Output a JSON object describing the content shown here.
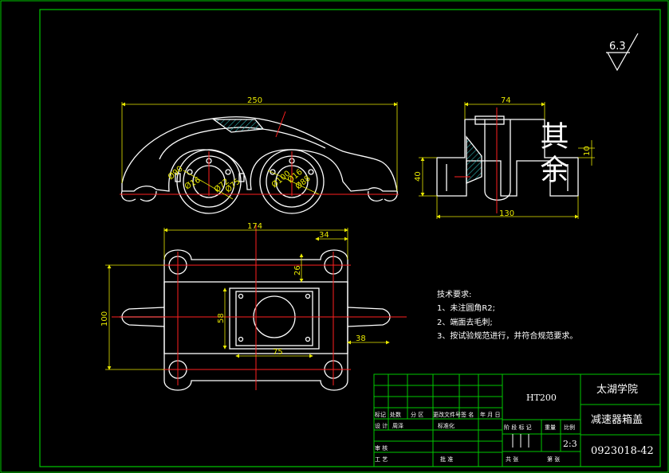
{
  "colors": {
    "background": "#000000",
    "frame": "#00c800",
    "outline": "#ffffff",
    "centerline": "#ff2020",
    "dimension": "#e8e800",
    "hatch": "#2ab3b3",
    "title_block": "#00c800"
  },
  "surface_finish": {
    "label": "其余",
    "value": "6.3"
  },
  "dimensions": {
    "front_length": "250",
    "side_width": "74",
    "side_height": "40",
    "side_flange": "10",
    "side_length": "130",
    "top_length": "174",
    "top_offset": "34",
    "top_half": "26",
    "top_width": "100",
    "top_center_58": "58",
    "top_center_75": "75",
    "top_lug": "38",
    "bore_1": "Ø90",
    "bore_2": "Ø16",
    "bore_3": "Ø72",
    "bore_4": "Ø75",
    "bore_5": "Ø100",
    "bore_6": "Ø16",
    "bore_7": "Ø88"
  },
  "technical_requirements": {
    "heading": "技术要求:",
    "items": [
      "1、未注圆角R2;",
      "2、端面去毛刺;",
      "3、按试验规范进行，并符合规范要求。"
    ]
  },
  "title_block": {
    "material": "HT200",
    "school": "太湖学院",
    "part_name": "减速器箱盖",
    "drawing_number": "0923018-42",
    "scale": "2:3",
    "labels": {
      "revision": "标记",
      "count": "处数",
      "zone": "分 区",
      "doc_no": "更改文件号",
      "signature": "签 名",
      "date": "年 月 日",
      "design": "设 计",
      "designer": "周泽",
      "standardization": "标准化",
      "stage_mark": "阶 段 标 记",
      "weight": "重量",
      "scale_label": "比例",
      "review": "审 核",
      "process": "工 艺",
      "approve": "批 准",
      "total_sheets": "共   张",
      "sheet": "第   张"
    }
  }
}
